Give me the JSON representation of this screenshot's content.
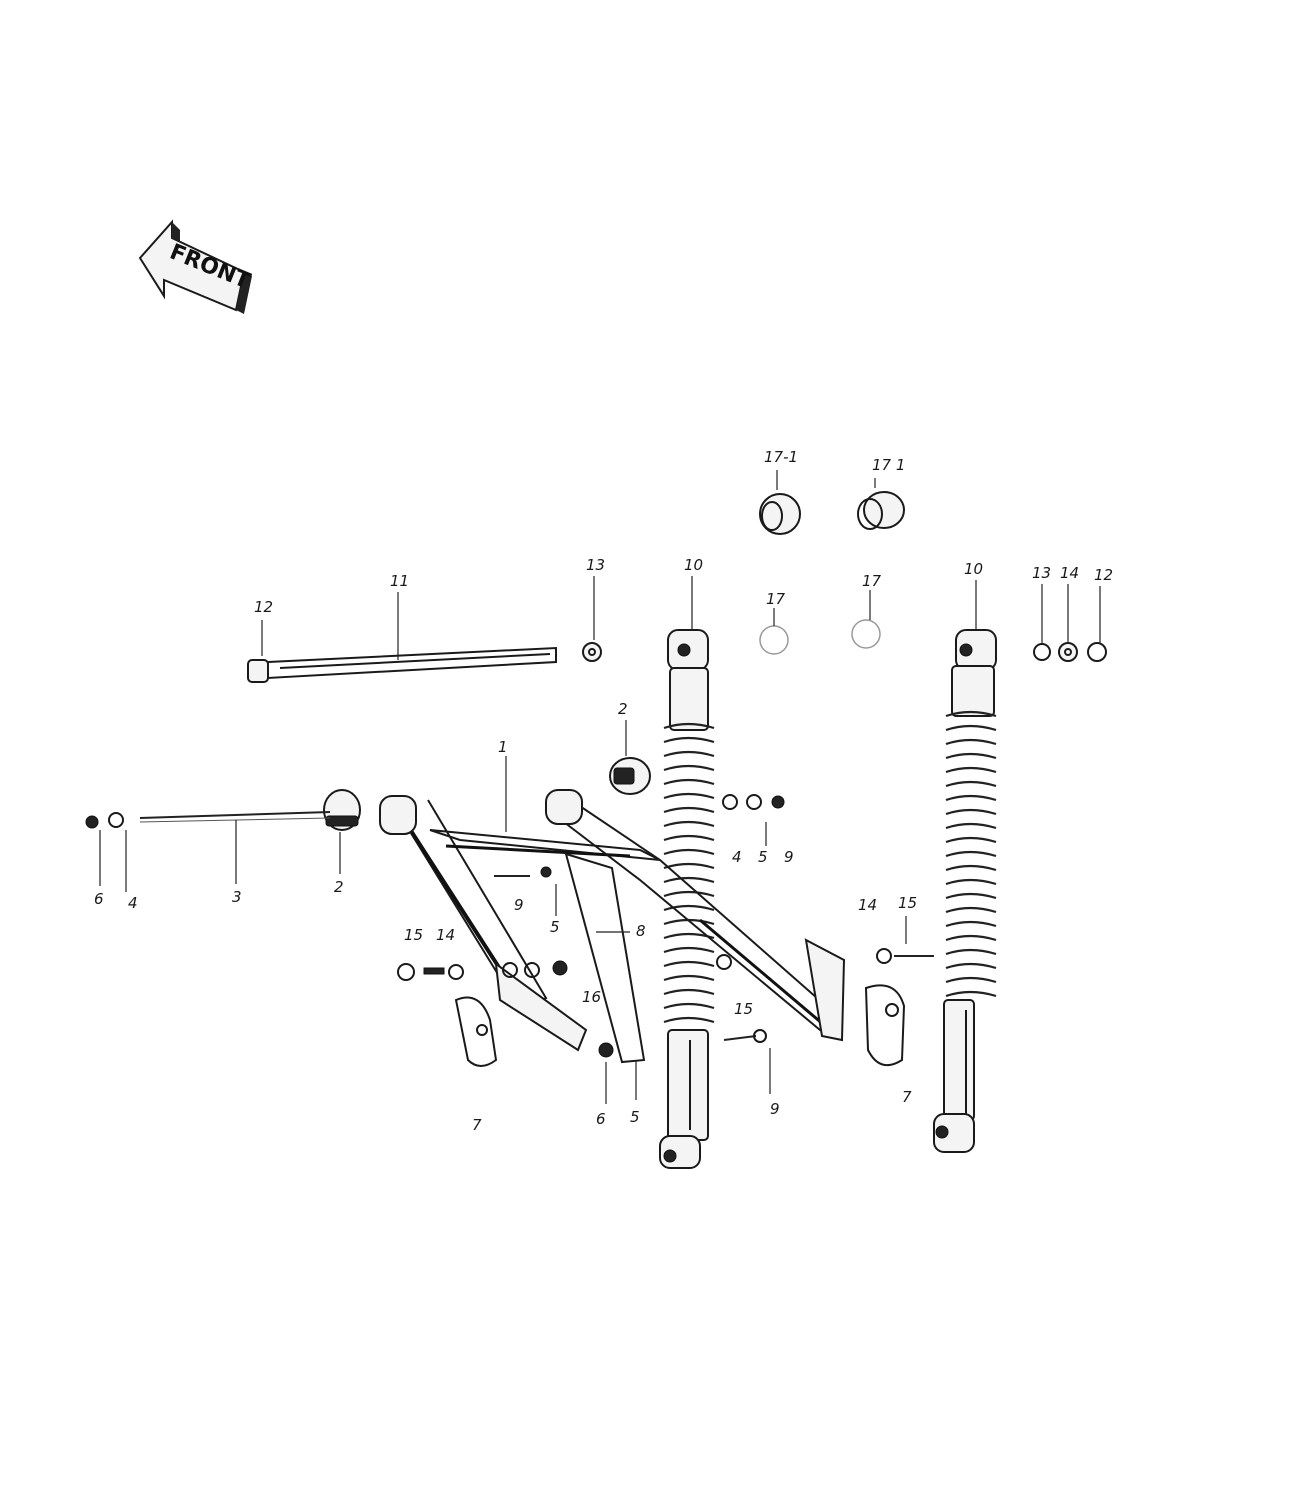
{
  "header_text": "",
  "direction_badge": {
    "label": "FRONT"
  },
  "callouts": {
    "c1": "1",
    "c2a": "2",
    "c2b": "2",
    "c3": "3",
    "c4a": "4",
    "c4b": "4",
    "c5a": "5",
    "c5b": "5",
    "c5c": "5",
    "c6a": "6",
    "c6b": "6",
    "c7a": "7",
    "c7b": "7",
    "c8": "8",
    "c9a": "9",
    "c9b": "9",
    "c9c": "9",
    "c10a": "10",
    "c10b": "10",
    "c11": "11",
    "c12a": "12",
    "c12b": "12",
    "c13a": "13",
    "c13b": "13",
    "c14a": "14",
    "c14b": "14",
    "c14c": "14",
    "c15a": "15",
    "c15b": "15",
    "c15c": "15",
    "c16": "16",
    "c17a": "17",
    "c17b": "17",
    "c171a": "17-1",
    "c171b": "17 1"
  }
}
